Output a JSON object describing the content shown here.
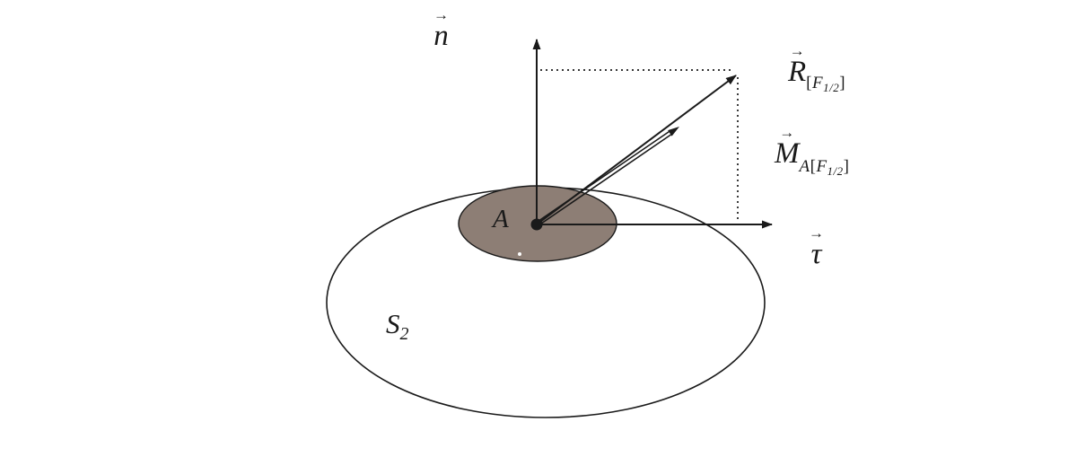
{
  "figure": {
    "type": "mechanics-vector-diagram",
    "background": "#ffffff",
    "line_color": "#1a1a1a",
    "contact_patch_fill": "#8d7e75",
    "labels": {
      "vector_arrow": "→",
      "normal_axis": "n",
      "tangent_axis": "τ",
      "resultant": "R",
      "moment": "M",
      "moment_point": "A",
      "bracket_open": "[",
      "force_symbol": "F",
      "force_index": "1/2",
      "bracket_close": "]",
      "point": "A",
      "surface": "S",
      "surface_index": "2"
    }
  }
}
